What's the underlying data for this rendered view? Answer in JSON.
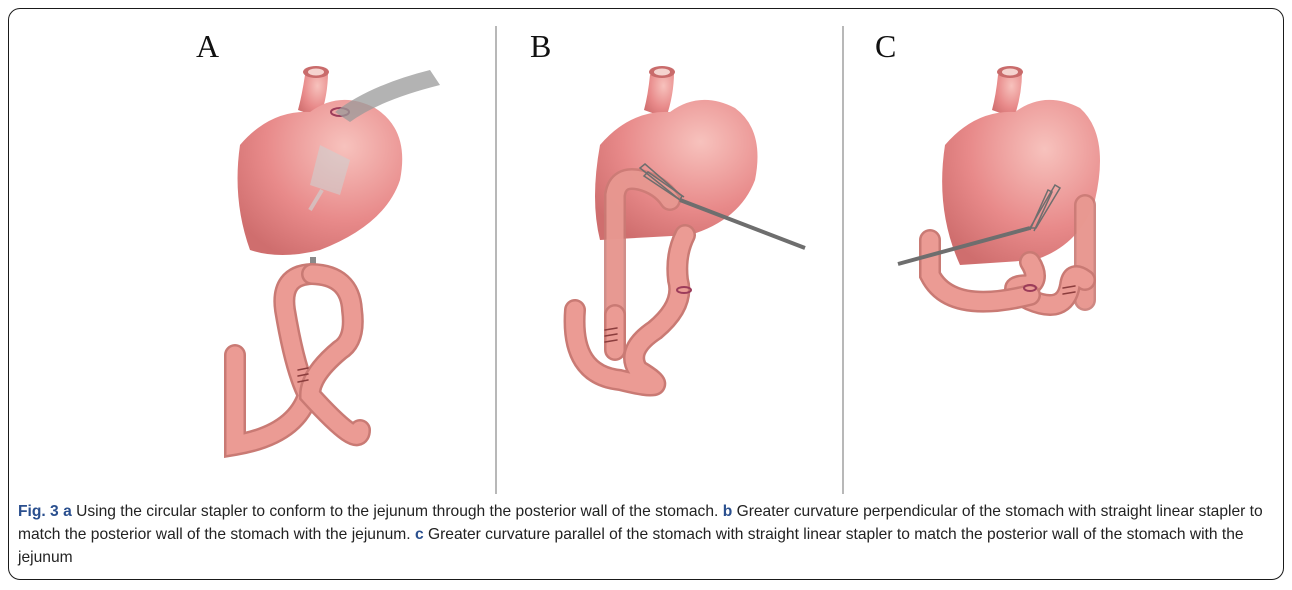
{
  "figure": {
    "panels": [
      {
        "letter": "A"
      },
      {
        "letter": "B"
      },
      {
        "letter": "C"
      }
    ],
    "caption": {
      "fig_label": "Fig. 3",
      "parts": [
        {
          "label": "a",
          "text": " Using the circular stapler to conform to the jejunum through the posterior wall of the stomach. "
        },
        {
          "label": "b",
          "text": " Greater curvature perpendicular of the stomach with straight linear stapler to match the posterior wall of the stomach with the jejunum. "
        },
        {
          "label": "c",
          "text": " Greater curvature parallel of the stomach with straight linear stapler to match the posterior wall of the stomach with the jejunum"
        }
      ]
    },
    "colors": {
      "stomach_fill": "#e88a8a",
      "stomach_highlight": "#f7c2bd",
      "jejunum_fill": "#eb9b94",
      "instrument": "#8a8a8a",
      "caption_label": "#2a4f8e",
      "divider": "#b8b8b8"
    }
  }
}
